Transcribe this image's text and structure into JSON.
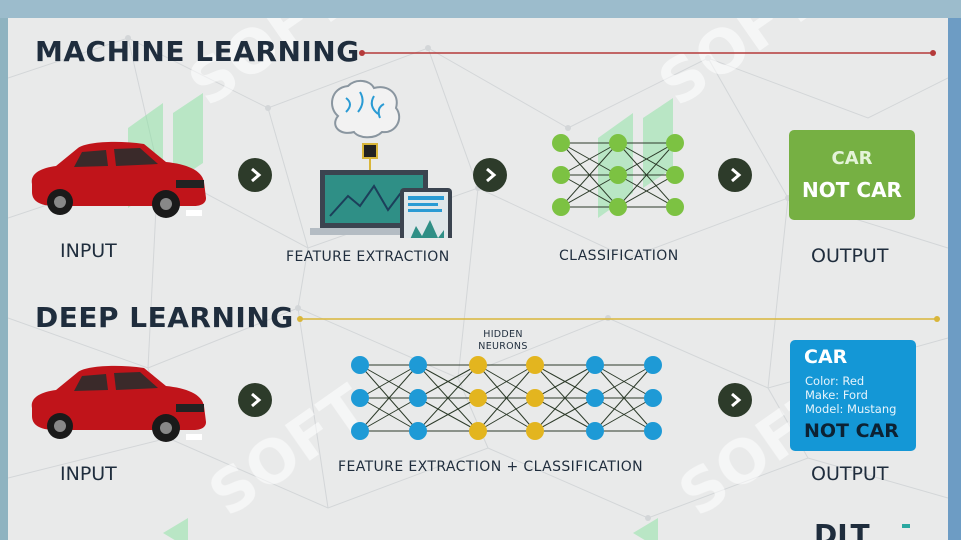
{
  "sections": {
    "machine_learning": {
      "title": "MACHINE LEARNING",
      "input_label": "INPUT",
      "feature_label": "FEATURE EXTRACTION",
      "classification_label": "CLASSIFICATION",
      "output_label": "OUTPUT",
      "output_box": {
        "car": "CAR",
        "not_car": "NOT CAR"
      }
    },
    "deep_learning": {
      "title": "DEEP LEARNING",
      "input_label": "INPUT",
      "hidden_label_line1": "HIDDEN",
      "hidden_label_line2": "NEURONS",
      "process_label": "FEATURE EXTRACTION + CLASSIFICATION",
      "output_label": "OUTPUT",
      "output_box": {
        "car": "CAR",
        "color": "Color: Red",
        "make": "Make: Ford",
        "model": "Model: Mustang",
        "not_car": "NOT CAR"
      }
    }
  },
  "logo": {
    "text": "DLT"
  },
  "watermark": {
    "text": "SOFT"
  },
  "colors": {
    "heading": "#1f2d3d",
    "ml_accent_line": "#b53a3a",
    "dl_accent_line": "#d9b63a",
    "ml_output": "#76b043",
    "dl_output": "#1497d6",
    "node_green": "#7cc242",
    "node_blue": "#1e9ad6",
    "node_yellow": "#e3b51f",
    "car_red": "#c0141a"
  },
  "icons": [
    "car-illustration",
    "brain-chip-icon",
    "laptop-chart-icon",
    "tablet-chart-icon",
    "chevron-right-icon",
    "neural-network-icon"
  ]
}
